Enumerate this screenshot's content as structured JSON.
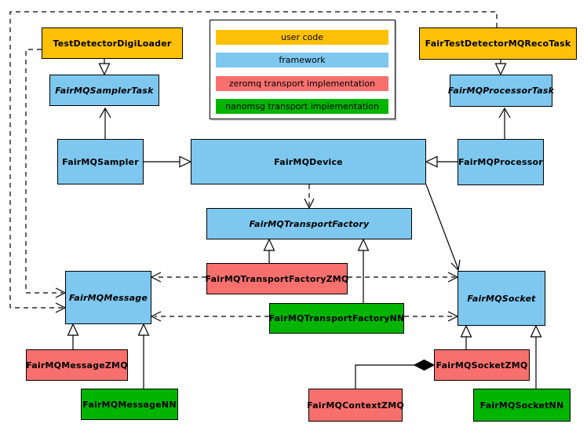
{
  "colors": {
    "user_code": "#ffc107",
    "framework": "#7ec8f0",
    "zeromq": "#f8706e",
    "nanomsg": "#00b400"
  },
  "legend": {
    "items": [
      {
        "label": "user code",
        "color_key": "user_code"
      },
      {
        "label": "framework",
        "color_key": "framework"
      },
      {
        "label": "zeromq transport implementation",
        "color_key": "zeromq"
      },
      {
        "label": "nanomsg transport implementation",
        "color_key": "nanomsg"
      }
    ]
  },
  "nodes": {
    "digiloader": {
      "label": "TestDetectorDigiLoader"
    },
    "recotask": {
      "label": "FairTestDetectorMQRecoTask"
    },
    "samplertask": {
      "label": "FairMQSamplerTask"
    },
    "processortask": {
      "label": "FairMQProcessorTask"
    },
    "sampler": {
      "label": "FairMQSampler"
    },
    "device": {
      "label": "FairMQDevice"
    },
    "processor": {
      "label": "FairMQProcessor"
    },
    "transportfactory": {
      "label": "FairMQTransportFactory"
    },
    "tfzmq": {
      "label": "FairMQTransportFactoryZMQ"
    },
    "tfnn": {
      "label": "FairMQTransportFactoryNN"
    },
    "message": {
      "label": "FairMQMessage"
    },
    "socket": {
      "label": "FairMQSocket"
    },
    "messagezmq": {
      "label": "FairMQMessageZMQ"
    },
    "messagenn": {
      "label": "FairMQMessageNN"
    },
    "contextzmq": {
      "label": "FairMQContextZMQ"
    },
    "socketzmq": {
      "label": "FairMQSocketZMQ"
    },
    "socketnn": {
      "label": "FairMQSocketNN"
    }
  }
}
